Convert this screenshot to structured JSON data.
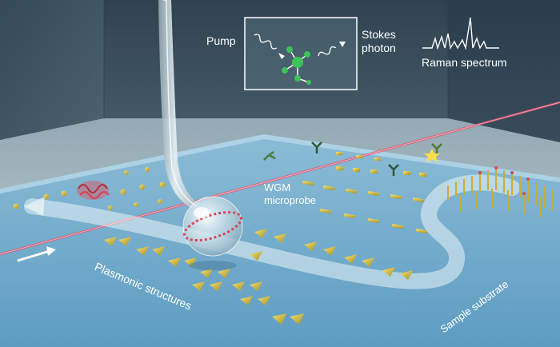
{
  "inset": {
    "pump_label": "Pump",
    "stokes_label_line1": "Stokes",
    "stokes_label_line2": "photon",
    "raman_label": "Raman spectrum"
  },
  "labels": {
    "wgm_line1": "WGM",
    "wgm_line2": "microprobe",
    "plasmonic": "Plasmonic structures",
    "substrate": "Sample substrate"
  },
  "colors": {
    "room_wall": "#3d5260",
    "substrate": "#7fb3cf",
    "gold": "#d8c24a",
    "laser": "#e0506a",
    "molecule": "#3ec25a",
    "flow_arrow": "#eaf4f8"
  },
  "icons": [
    "fiber-taper-icon",
    "microsphere-icon",
    "molecule-icon",
    "wavy-arrow-icon",
    "bowtie-antenna-icon",
    "nanorod-icon",
    "protein-icon",
    "star-icon"
  ]
}
